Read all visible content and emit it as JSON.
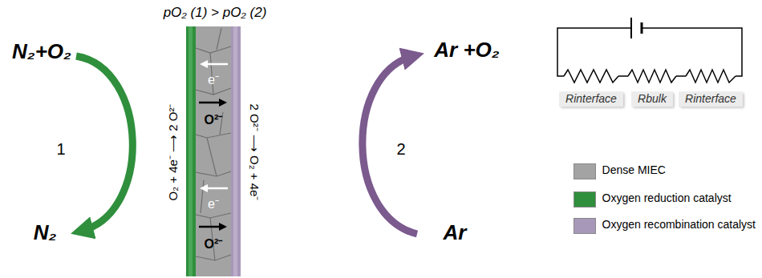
{
  "diagram": {
    "nodes": [
      {
        "text": [
          "e⁻",
          "O²⁻",
          "e⁻",
          "O²⁻"
        ]
      }
    ],
    "labels": [
      "pO₂ (1) > pO₂ (2)",
      "N₂+O₂",
      "1",
      "N₂",
      "O₂ + 4e⁻ ⟶ 2 O²⁻",
      "2 O²⁻ ⟶ O₂ + 4e⁻",
      "2",
      "Ar +O₂",
      "Ar",
      "Rinterface",
      "Rbulk",
      "Rinterface"
    ],
    "legend": [
      {
        "text": "Dense MIEC",
        "color": "#a3a3a3"
      },
      {
        "text": "Oxygen reduction catalyst",
        "color": "#2f8f3c"
      },
      {
        "text": "Oxygen recombination catalyst",
        "color": "#a798b9"
      }
    ]
  }
}
